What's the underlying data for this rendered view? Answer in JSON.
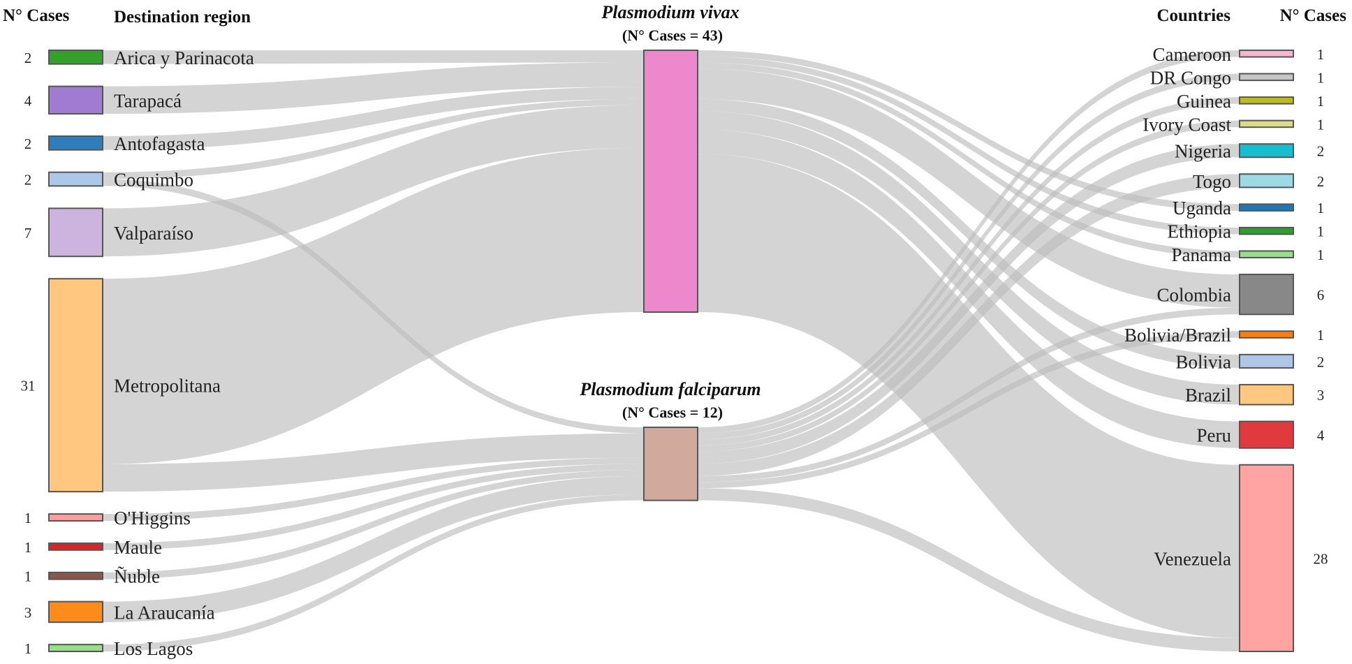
{
  "headers": {
    "left_count": "N° Cases",
    "left_region": "Destination region",
    "right_country": "Countries",
    "right_count": "N° Cases"
  },
  "species": [
    {
      "id": "vivax",
      "name": "Plasmodium vivax",
      "sub": "(N° Cases = 43)",
      "color": "#ee88cc",
      "total": 43
    },
    {
      "id": "falciparum",
      "name": "Plasmodium falciparum",
      "sub": "(N° Cases = 12)",
      "color": "#d2aa9d",
      "total": 12
    }
  ],
  "regions": [
    {
      "name": "Arica y Parinacota",
      "count": 2,
      "color": "#33a02c"
    },
    {
      "name": "Tarapacá",
      "count": 4,
      "color": "#a07bd1"
    },
    {
      "name": "Antofagasta",
      "count": 2,
      "color": "#2f7ebc"
    },
    {
      "name": "Coquimbo",
      "count": 2,
      "color": "#aec7e8"
    },
    {
      "name": "Valparaíso",
      "count": 7,
      "color": "#cdb4de"
    },
    {
      "name": "Metropolitana",
      "count": 31,
      "color": "#ffc77f"
    },
    {
      "name": "O'Higgins",
      "count": 1,
      "color": "#ff9e9e"
    },
    {
      "name": "Maule",
      "count": 1,
      "color": "#d62728"
    },
    {
      "name": "Ñuble",
      "count": 1,
      "color": "#8c564b"
    },
    {
      "name": "La Araucanía",
      "count": 3,
      "color": "#ff8c1a"
    },
    {
      "name": "Los Lagos",
      "count": 1,
      "color": "#98df8a"
    }
  ],
  "countries": [
    {
      "name": "Cameroon",
      "count": 1,
      "color": "#f7b6d2"
    },
    {
      "name": "DR Congo",
      "count": 1,
      "color": "#c7c7c7"
    },
    {
      "name": "Guinea",
      "count": 1,
      "color": "#bcbd22"
    },
    {
      "name": "Ivory Coast",
      "count": 1,
      "color": "#dbdb8d"
    },
    {
      "name": "Nigeria",
      "count": 2,
      "color": "#17becf"
    },
    {
      "name": "Togo",
      "count": 2,
      "color": "#9edae5"
    },
    {
      "name": "Uganda",
      "count": 1,
      "color": "#1f77b4"
    },
    {
      "name": "Ethiopia",
      "count": 1,
      "color": "#2ca02c"
    },
    {
      "name": "Panama",
      "count": 1,
      "color": "#98df8a"
    },
    {
      "name": "Colombia",
      "count": 6,
      "color": "#888888"
    },
    {
      "name": "Bolivia/Brazil",
      "count": 1,
      "color": "#ff7f0e"
    },
    {
      "name": "Bolivia",
      "count": 2,
      "color": "#aec7e8"
    },
    {
      "name": "Brazil",
      "count": 3,
      "color": "#ffc77f"
    },
    {
      "name": "Peru",
      "count": 4,
      "color": "#e03a3e"
    },
    {
      "name": "Venezuela",
      "count": 28,
      "color": "#ffa3a3"
    }
  ],
  "region_flows": [
    {
      "from": "Arica y Parinacota",
      "to": "vivax",
      "value": 2
    },
    {
      "from": "Tarapacá",
      "to": "vivax",
      "value": 4
    },
    {
      "from": "Antofagasta",
      "to": "vivax",
      "value": 2
    },
    {
      "from": "Coquimbo",
      "to": "vivax",
      "value": 1
    },
    {
      "from": "Coquimbo",
      "to": "falciparum",
      "value": 1
    },
    {
      "from": "Valparaíso",
      "to": "vivax",
      "value": 7
    },
    {
      "from": "Metropolitana",
      "to": "vivax",
      "value": 27
    },
    {
      "from": "Metropolitana",
      "to": "falciparum",
      "value": 4
    },
    {
      "from": "O'Higgins",
      "to": "vivax",
      "value": 0
    },
    {
      "from": "O'Higgins",
      "to": "falciparum",
      "value": 1
    },
    {
      "from": "Maule",
      "to": "falciparum",
      "value": 1
    },
    {
      "from": "Ñuble",
      "to": "falciparum",
      "value": 1
    },
    {
      "from": "La Araucanía",
      "to": "falciparum",
      "value": 3
    },
    {
      "from": "Los Lagos",
      "to": "falciparum",
      "value": 1
    }
  ],
  "country_flows": [
    {
      "from": "vivax",
      "to": "Uganda",
      "value": 1
    },
    {
      "from": "vivax",
      "to": "Ethiopia",
      "value": 1
    },
    {
      "from": "vivax",
      "to": "Panama",
      "value": 1
    },
    {
      "from": "vivax",
      "to": "Colombia",
      "value": 5
    },
    {
      "from": "vivax",
      "to": "Bolivia",
      "value": 2
    },
    {
      "from": "vivax",
      "to": "Brazil",
      "value": 3
    },
    {
      "from": "vivax",
      "to": "Peru",
      "value": 4
    },
    {
      "from": "vivax",
      "to": "Venezuela",
      "value": 26
    },
    {
      "from": "falciparum",
      "to": "Cameroon",
      "value": 1
    },
    {
      "from": "falciparum",
      "to": "DR Congo",
      "value": 1
    },
    {
      "from": "falciparum",
      "to": "Guinea",
      "value": 1
    },
    {
      "from": "falciparum",
      "to": "Ivory Coast",
      "value": 1
    },
    {
      "from": "falciparum",
      "to": "Nigeria",
      "value": 2
    },
    {
      "from": "falciparum",
      "to": "Togo",
      "value": 2
    },
    {
      "from": "falciparum",
      "to": "Colombia",
      "value": 1
    },
    {
      "from": "falciparum",
      "to": "Bolivia/Brazil",
      "value": 1
    },
    {
      "from": "falciparum",
      "to": "Venezuela",
      "value": 2
    }
  ]
}
